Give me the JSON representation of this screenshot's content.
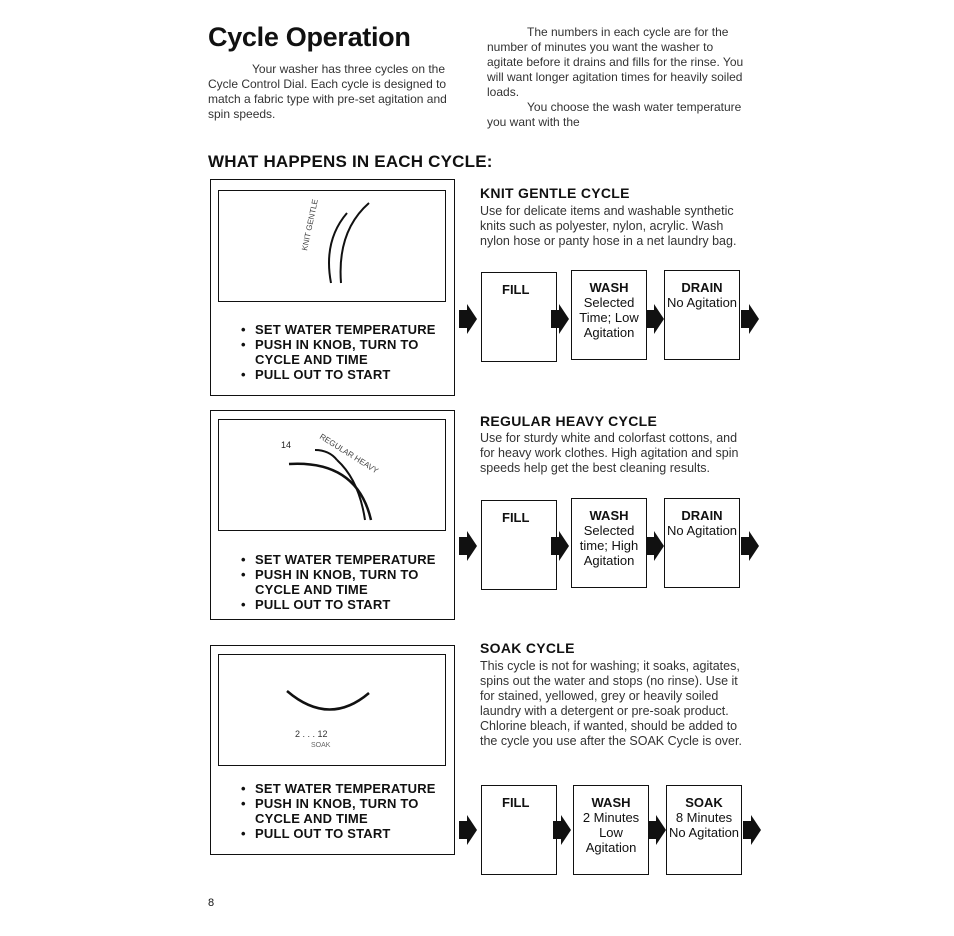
{
  "page": {
    "title": "Cycle Operation",
    "intro_left": "Your washer has three cycles on the Cycle Control Dial. Each cycle is designed to match a fabric type with pre-set agitation and spin speeds.",
    "intro_right_p1": "The numbers in each cycle are for the number of minutes you want the washer to agitate before it drains and fills for the rinse. You will want longer agitation times for heavily soiled loads.",
    "intro_right_p2": "You choose the wash water temperature you want with the",
    "section_heading": "WHAT HAPPENS IN EACH CYCLE:",
    "page_number": "8"
  },
  "steps": {
    "s1": "SET WATER TEMPERATURE",
    "s2": "PUSH IN KNOB, TURN TO",
    "s2b": "CYCLE AND TIME",
    "s3": "PULL OUT TO START"
  },
  "cycles": [
    {
      "title": "KNIT GENTLE CYCLE",
      "description": "Use for delicate items and washable synthetic knits such as polyester, nylon, acrylic. Wash nylon hose or panty hose in a net laundry bag.",
      "stages": [
        {
          "head": "FILL",
          "lines": ""
        },
        {
          "head": "WASH",
          "lines": "Selected Time; Low Agitation"
        },
        {
          "head": "DRAIN",
          "lines": "No Agitation"
        }
      ]
    },
    {
      "title": "REGULAR HEAVY CYCLE",
      "description": "Use for sturdy white and colorfast cottons, and for heavy work clothes. High agitation and spin speeds help get the best cleaning results.",
      "stages": [
        {
          "head": "FILL",
          "lines": ""
        },
        {
          "head": "WASH",
          "lines": "Selected time; High Agitation"
        },
        {
          "head": "DRAIN",
          "lines": "No Agitation"
        }
      ]
    },
    {
      "title": "SOAK CYCLE",
      "description": "This cycle is not for washing; it soaks, agitates, spins out the water and stops (no rinse). Use it for stained, yellowed, grey or heavily soiled laundry with a detergent or pre-soak product. Chlorine bleach, if wanted, should be added to the cycle you use after the SOAK Cycle is over.",
      "stages": [
        {
          "head": "FILL",
          "lines": ""
        },
        {
          "head": "WASH",
          "lines": "2 Minutes Low Agitation"
        },
        {
          "head": "SOAK",
          "lines": "8 Minutes No Agitation"
        }
      ]
    }
  ],
  "dial_labels": {
    "knit": "KNIT GENTLE",
    "regular_num": "14",
    "regular": "REGULAR HEAVY",
    "soak_nums": "2 . . . 12",
    "soak": "SOAK"
  }
}
